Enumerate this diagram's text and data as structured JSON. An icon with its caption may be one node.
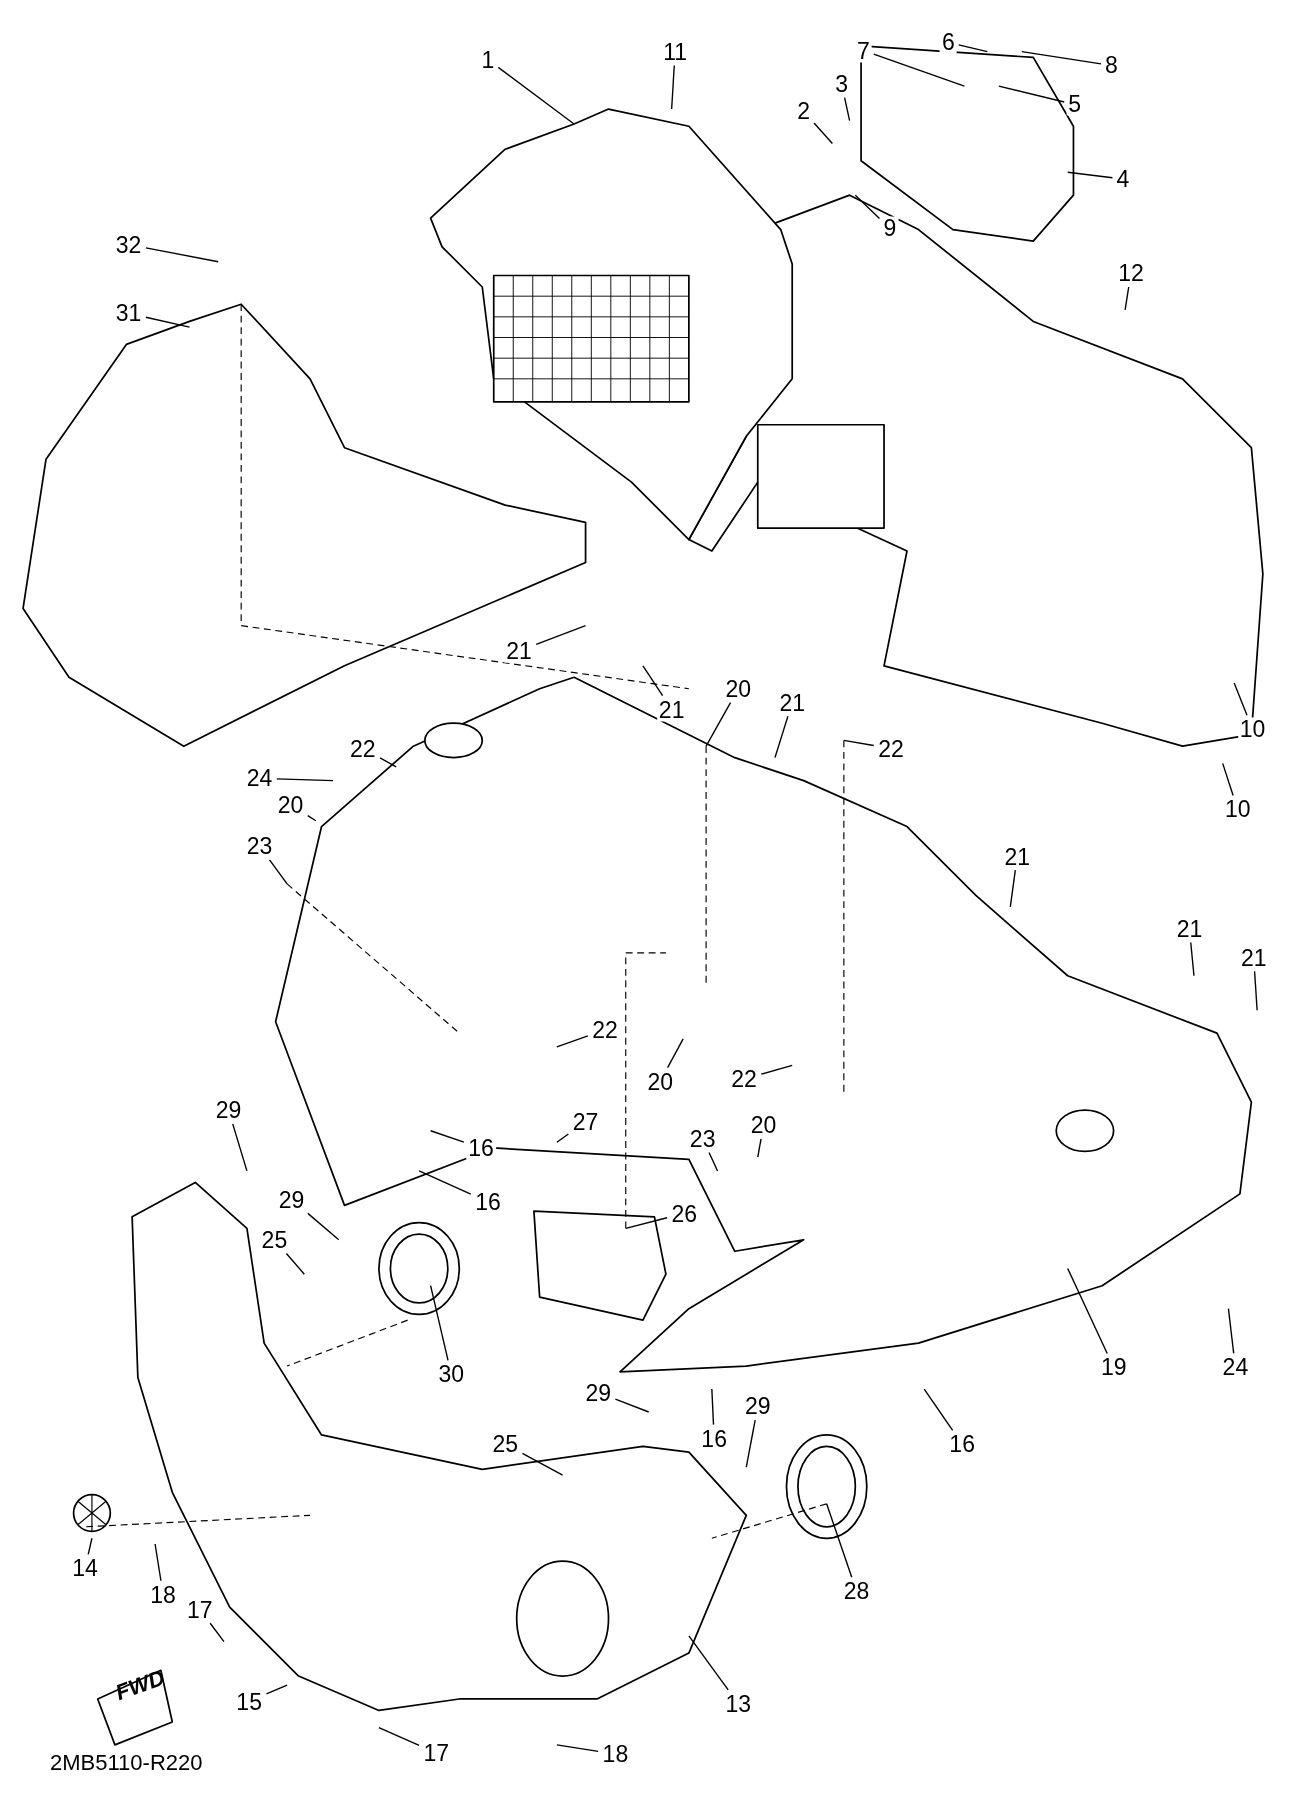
{
  "diagram": {
    "nodes": [
      {
        "text": [
          "1"
        ]
      },
      {
        "text": [
          "11"
        ]
      },
      {
        "text": [
          "7"
        ]
      },
      {
        "text": [
          "6"
        ]
      },
      {
        "text": [
          "8"
        ]
      },
      {
        "text": [
          "3"
        ]
      },
      {
        "text": [
          "5"
        ]
      },
      {
        "text": [
          "2"
        ]
      },
      {
        "text": [
          "4"
        ]
      },
      {
        "text": [
          "9"
        ]
      },
      {
        "text": [
          "12"
        ]
      },
      {
        "text": [
          "32"
        ]
      },
      {
        "text": [
          "31"
        ]
      },
      {
        "text": [
          "21"
        ]
      },
      {
        "text": [
          "21"
        ]
      },
      {
        "text": [
          "20"
        ]
      },
      {
        "text": [
          "21"
        ]
      },
      {
        "text": [
          "22"
        ]
      },
      {
        "text": [
          "22"
        ]
      },
      {
        "text": [
          "24"
        ]
      },
      {
        "text": [
          "20"
        ]
      },
      {
        "text": [
          "23"
        ]
      },
      {
        "text": [
          "21"
        ]
      },
      {
        "text": [
          "21"
        ]
      },
      {
        "text": [
          "21"
        ]
      },
      {
        "text": [
          "10"
        ]
      },
      {
        "text": [
          "10"
        ]
      },
      {
        "text": [
          "22"
        ]
      },
      {
        "text": [
          "20"
        ]
      },
      {
        "text": [
          "22"
        ]
      },
      {
        "text": [
          "16"
        ]
      },
      {
        "text": [
          "16"
        ]
      },
      {
        "text": [
          "29"
        ]
      },
      {
        "text": [
          "27"
        ]
      },
      {
        "text": [
          "23"
        ]
      },
      {
        "text": [
          "20"
        ]
      },
      {
        "text": [
          "26"
        ]
      },
      {
        "text": [
          "29"
        ]
      },
      {
        "text": [
          "25"
        ]
      },
      {
        "text": [
          "30"
        ]
      },
      {
        "text": [
          "19"
        ]
      },
      {
        "text": [
          "24"
        ]
      },
      {
        "text": [
          "29"
        ]
      },
      {
        "text": [
          "16"
        ]
      },
      {
        "text": [
          "29"
        ]
      },
      {
        "text": [
          "16"
        ]
      },
      {
        "text": [
          "25"
        ]
      },
      {
        "text": [
          "28"
        ]
      },
      {
        "text": [
          "14"
        ]
      },
      {
        "text": [
          "18"
        ]
      },
      {
        "text": [
          "17"
        ]
      },
      {
        "text": [
          "15"
        ]
      },
      {
        "text": [
          "13"
        ]
      },
      {
        "text": [
          "18"
        ]
      },
      {
        "text": [
          "17"
        ]
      }
    ],
    "edges": [
      {
        "from": 0,
        "to": null,
        "arrow": "none"
      },
      {
        "from": 1,
        "to": null,
        "arrow": "none"
      },
      {
        "from": 2,
        "to": null,
        "arrow": "none"
      },
      {
        "from": 3,
        "to": null,
        "arrow": "none"
      },
      {
        "from": 4,
        "to": null,
        "arrow": "none"
      },
      {
        "from": 5,
        "to": null,
        "arrow": "none"
      },
      {
        "from": 6,
        "to": null,
        "arrow": "none"
      },
      {
        "from": 7,
        "to": null,
        "arrow": "none"
      },
      {
        "from": 8,
        "to": null,
        "arrow": "none"
      },
      {
        "from": 9,
        "to": null,
        "arrow": "none"
      },
      {
        "from": 10,
        "to": null,
        "arrow": "none"
      },
      {
        "from": 11,
        "to": null,
        "arrow": "none"
      },
      {
        "from": 12,
        "to": null,
        "arrow": "none"
      },
      {
        "from": 13,
        "to": null,
        "arrow": "none"
      },
      {
        "from": 14,
        "to": null,
        "arrow": "none"
      },
      {
        "from": 15,
        "to": null,
        "arrow": "none"
      },
      {
        "from": 16,
        "to": null,
        "arrow": "none"
      },
      {
        "from": 17,
        "to": null,
        "arrow": "none"
      },
      {
        "from": 18,
        "to": null,
        "arrow": "none"
      },
      {
        "from": 19,
        "to": null,
        "arrow": "none"
      },
      {
        "from": 20,
        "to": null,
        "arrow": "none"
      },
      {
        "from": 21,
        "to": null,
        "arrow": "none"
      },
      {
        "from": 22,
        "to": null,
        "arrow": "none"
      },
      {
        "from": 23,
        "to": null,
        "arrow": "none"
      },
      {
        "from": 24,
        "to": null,
        "arrow": "none"
      },
      {
        "from": 25,
        "to": null,
        "arrow": "none"
      },
      {
        "from": 26,
        "to": null,
        "arrow": "none"
      },
      {
        "from": 27,
        "to": null,
        "arrow": "none"
      },
      {
        "from": 28,
        "to": null,
        "arrow": "none"
      },
      {
        "from": 29,
        "to": null,
        "arrow": "none"
      },
      {
        "from": 30,
        "to": null,
        "arrow": "none"
      },
      {
        "from": 31,
        "to": null,
        "arrow": "none"
      },
      {
        "from": 32,
        "to": null,
        "arrow": "none"
      },
      {
        "from": 33,
        "to": null,
        "arrow": "none"
      },
      {
        "from": 34,
        "to": null,
        "arrow": "none"
      },
      {
        "from": 35,
        "to": null,
        "arrow": "none"
      },
      {
        "from": 36,
        "to": null,
        "arrow": "none"
      },
      {
        "from": 37,
        "to": null,
        "arrow": "none"
      },
      {
        "from": 38,
        "to": null,
        "arrow": "none"
      },
      {
        "from": 39,
        "to": null,
        "arrow": "none"
      },
      {
        "from": 40,
        "to": null,
        "arrow": "none"
      },
      {
        "from": 41,
        "to": null,
        "arrow": "none"
      },
      {
        "from": 42,
        "to": null,
        "arrow": "none"
      },
      {
        "from": 43,
        "to": null,
        "arrow": "none"
      },
      {
        "from": 44,
        "to": null,
        "arrow": "none"
      },
      {
        "from": 45,
        "to": null,
        "arrow": "none"
      },
      {
        "from": 46,
        "to": null,
        "arrow": "none"
      },
      {
        "from": 47,
        "to": null,
        "arrow": "none"
      },
      {
        "from": 48,
        "to": null,
        "arrow": "none"
      },
      {
        "from": 49,
        "to": null,
        "arrow": "none"
      },
      {
        "from": 50,
        "to": null,
        "arrow": "none"
      },
      {
        "from": 51,
        "to": null,
        "arrow": "none"
      },
      {
        "from": 52,
        "to": null,
        "arrow": "none"
      },
      {
        "from": 53,
        "to": null,
        "arrow": "none"
      },
      {
        "from": 54,
        "to": null,
        "arrow": "none"
      }
    ],
    "labels": [
      "FWD",
      "2MB5110-R220"
    ]
  }
}
